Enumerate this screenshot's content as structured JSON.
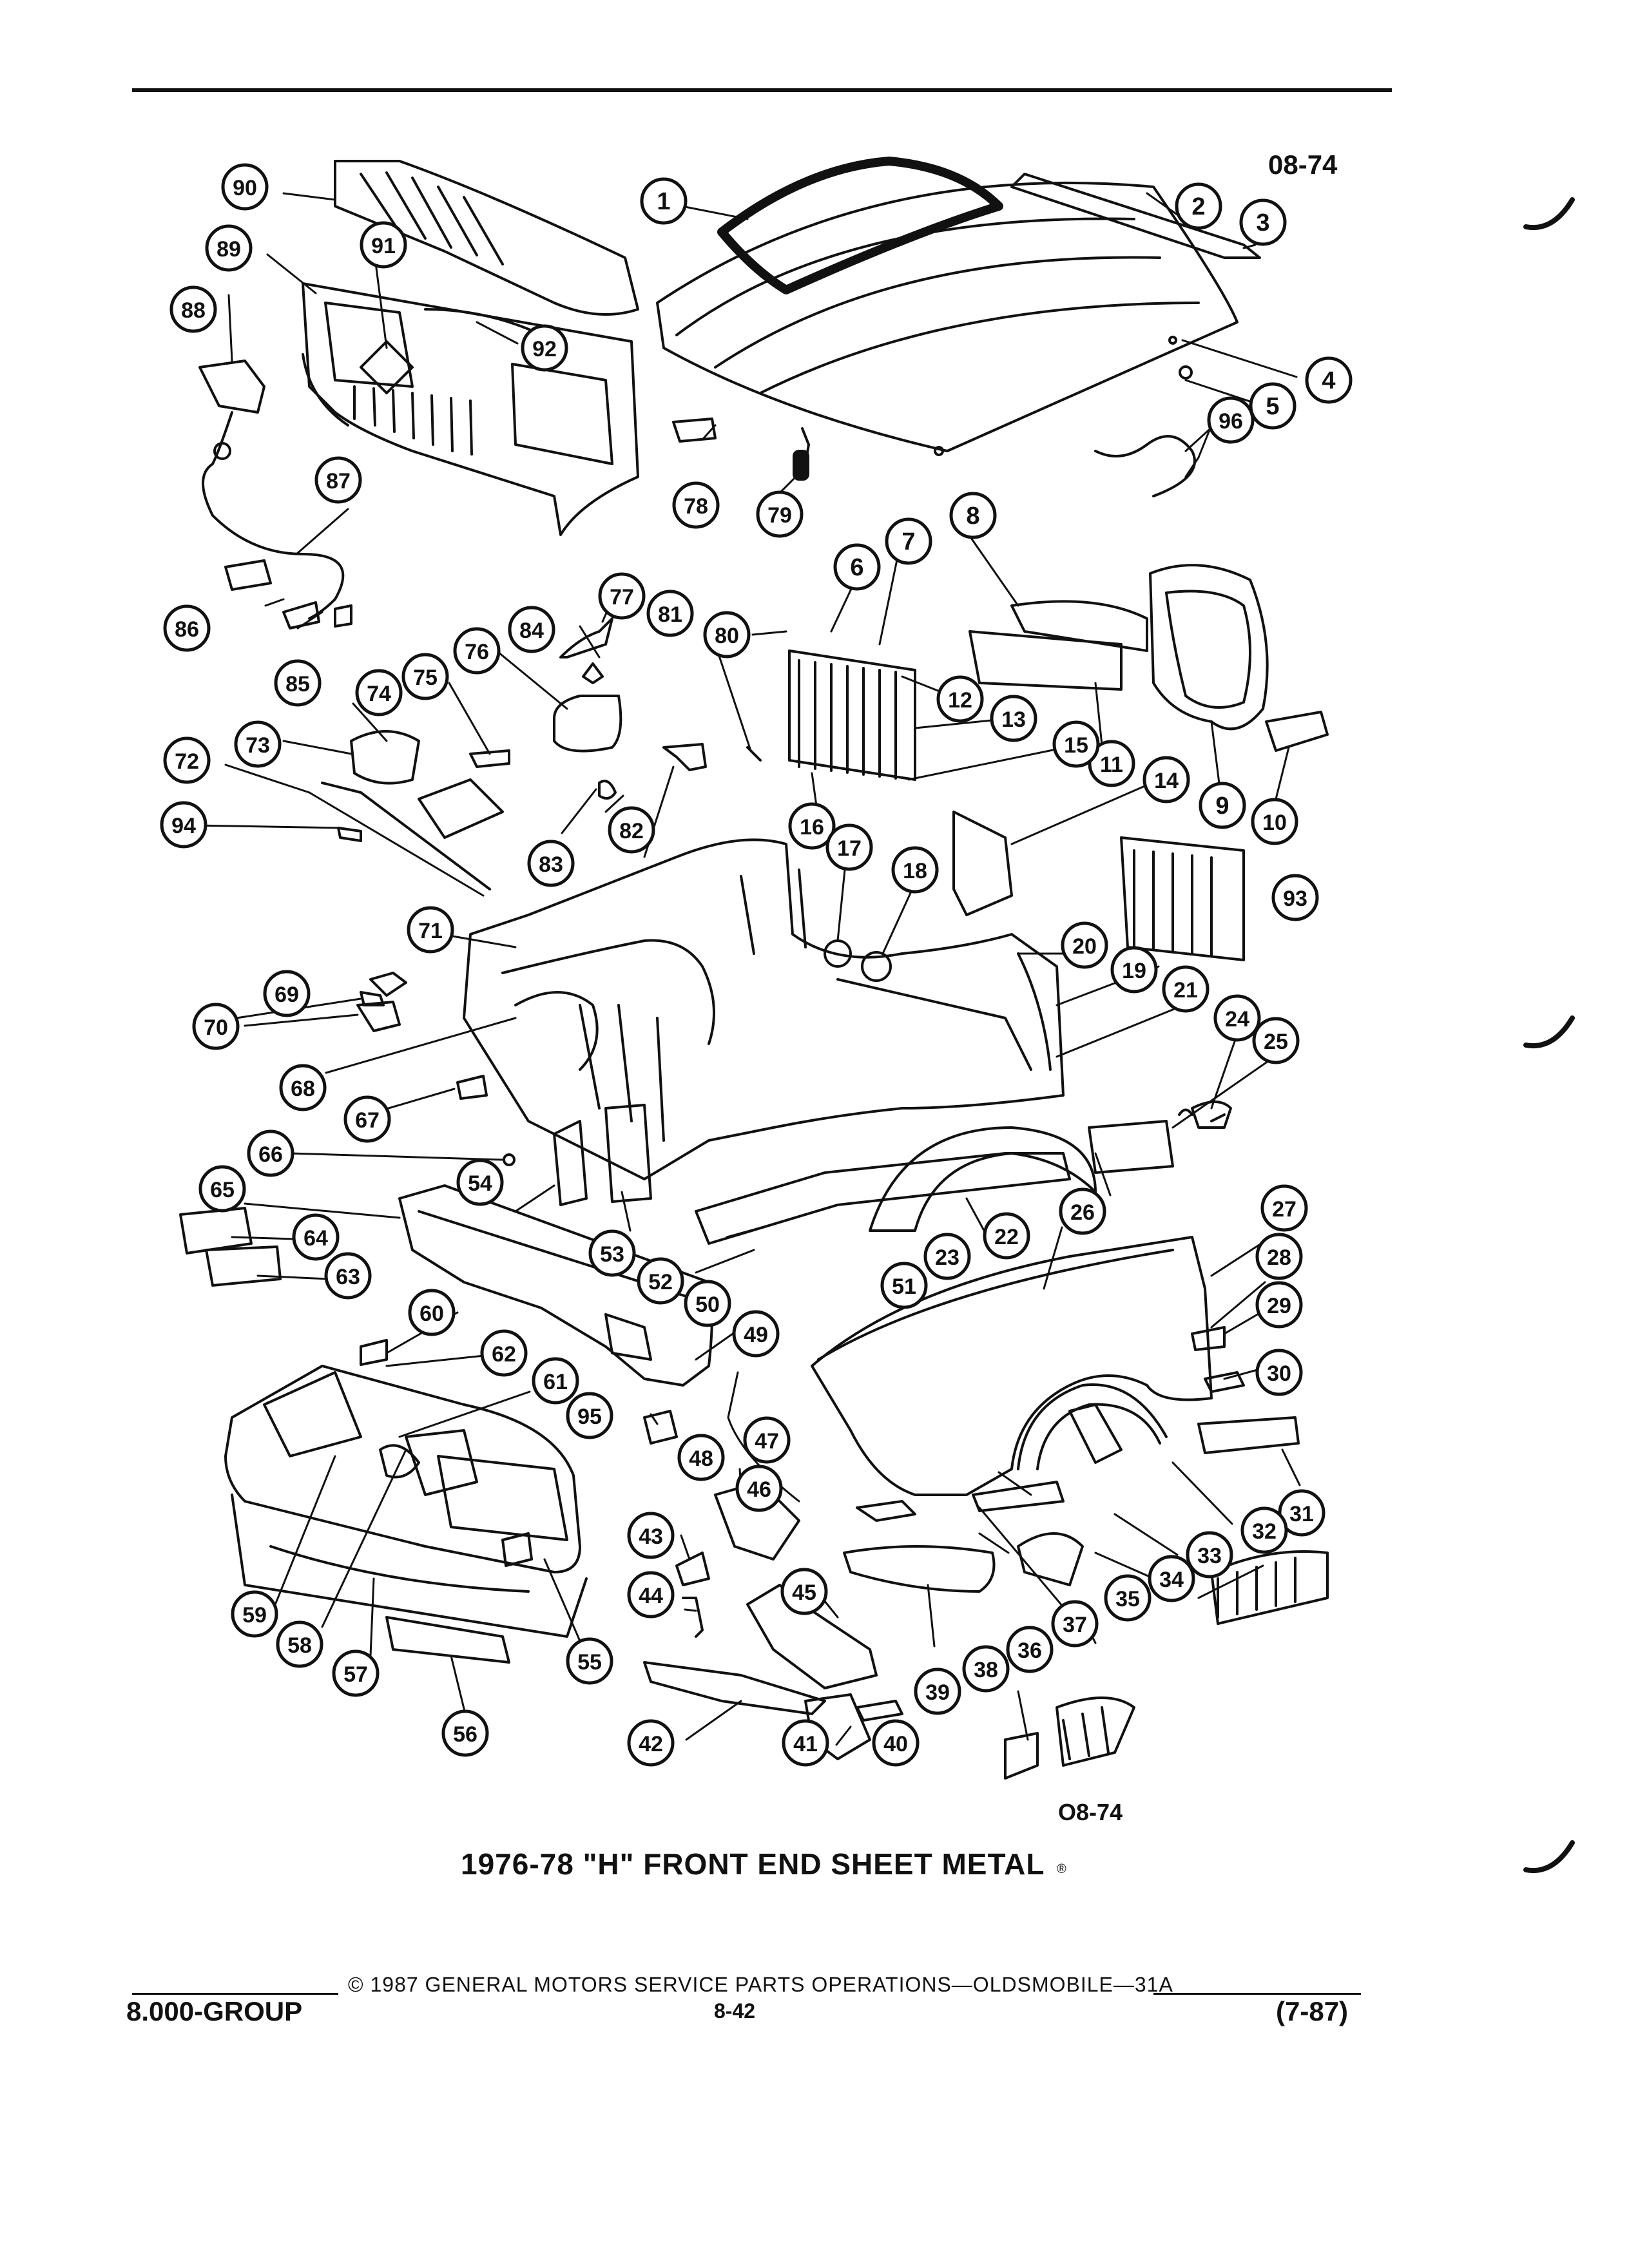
{
  "figure": {
    "code_top": "08-74",
    "code_bottom": "O8-74",
    "title": "1976-78 \"H\" FRONT END SHEET METAL",
    "mark": "®"
  },
  "footer": {
    "copyright": "©  1987  GENERAL MOTORS SERVICE PARTS OPERATIONS—OLDSMOBILE—31A",
    "group": "8.000-GROUP",
    "page": "8-42",
    "revision": "(7-87)"
  },
  "callouts": [
    "1",
    "2",
    "3",
    "4",
    "5",
    "6",
    "7",
    "8",
    "9",
    "10",
    "11",
    "12",
    "13",
    "14",
    "15",
    "16",
    "17",
    "18",
    "19",
    "20",
    "21",
    "22",
    "23",
    "24",
    "25",
    "26",
    "27",
    "28",
    "29",
    "30",
    "31",
    "32",
    "33",
    "34",
    "35",
    "36",
    "37",
    "38",
    "39",
    "40",
    "41",
    "42",
    "43",
    "44",
    "45",
    "46",
    "47",
    "48",
    "49",
    "50",
    "51",
    "52",
    "53",
    "54",
    "55",
    "56",
    "57",
    "58",
    "59",
    "60",
    "61",
    "62",
    "63",
    "64",
    "65",
    "66",
    "67",
    "68",
    "69",
    "70",
    "71",
    "72",
    "73",
    "74",
    "75",
    "76",
    "77",
    "78",
    "79",
    "80",
    "81",
    "82",
    "83",
    "84",
    "85",
    "86",
    "87",
    "88",
    "89",
    "90",
    "91",
    "92",
    "93",
    "94",
    "95",
    "96"
  ]
}
